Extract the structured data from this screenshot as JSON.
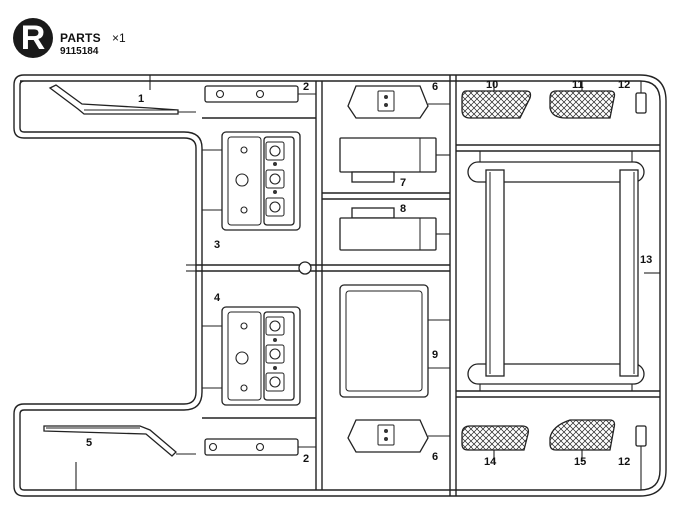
{
  "header": {
    "sprue_letter": "R",
    "parts_label": "PARTS",
    "quantity": "×1",
    "part_code": "9115184"
  },
  "part_numbers": {
    "p1": "1",
    "p2_top": "2",
    "p2_bottom": "2",
    "p3": "3",
    "p4": "4",
    "p5": "5",
    "p6_top": "6",
    "p6_bottom": "6",
    "p7": "7",
    "p8": "8",
    "p9": "9",
    "p10": "10",
    "p11": "11",
    "p12_top": "12",
    "p12_bottom": "12",
    "p13": "13",
    "p14": "14",
    "p15": "15"
  },
  "colors": {
    "line": "#222222",
    "badge": "#1a1a1a",
    "background": "#ffffff"
  }
}
